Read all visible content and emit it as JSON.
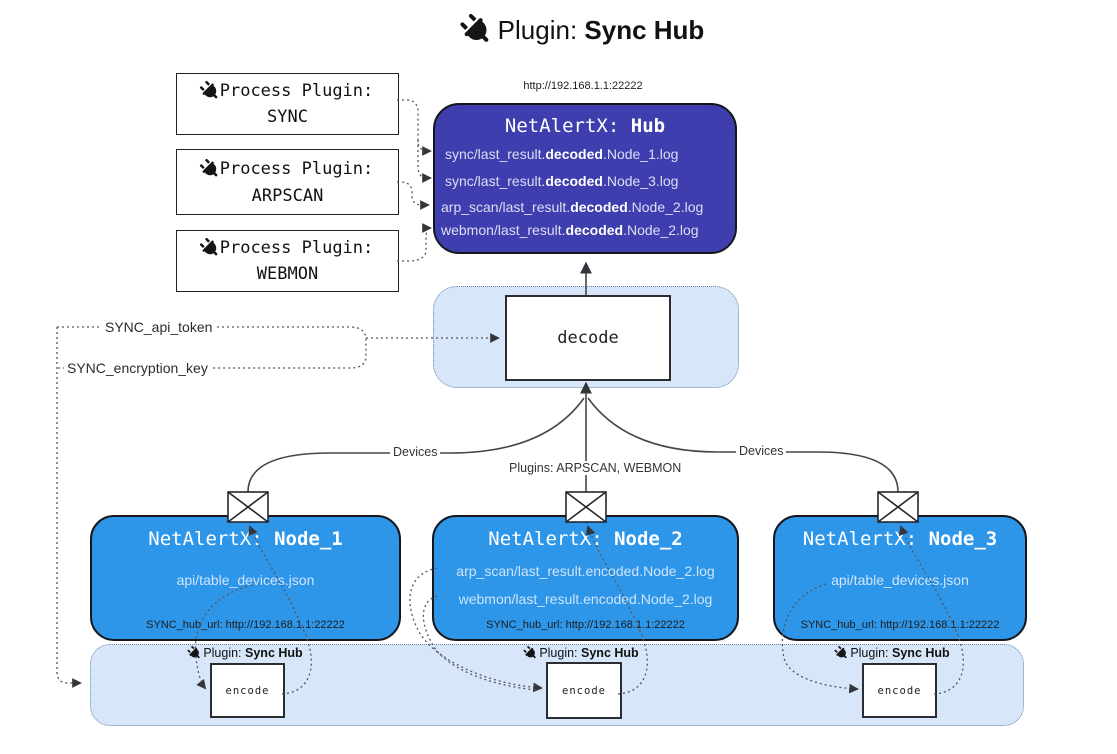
{
  "colors": {
    "hub_bg": "#3e3eae",
    "node_bg": "#2d96e8",
    "panel_bg": "#d7e7f9",
    "ink": "#16161d"
  },
  "title": {
    "prefix": "Plugin:",
    "name": "Sync Hub"
  },
  "hub": {
    "url": "http://192.168.1.1:22222",
    "title_prefix": "NetAlertX: ",
    "title_name": "Hub",
    "lines": [
      {
        "pre": "sync/last_result.",
        "bold": "decoded",
        "post": ".Node_1.log"
      },
      {
        "pre": "sync/last_result.",
        "bold": "decoded",
        "post": ".Node_3.log"
      },
      {
        "pre": "arp_scan/last_result.",
        "bold": "decoded",
        "post": ".Node_2.log"
      },
      {
        "pre": "webmon/last_result.",
        "bold": "decoded",
        "post": ".Node_2.log"
      }
    ]
  },
  "process_plugins": [
    {
      "label": "Process Plugin:",
      "name": "SYNC"
    },
    {
      "label": "Process Plugin:",
      "name": "ARPSCAN"
    },
    {
      "label": "Process Plugin:",
      "name": "WEBMON"
    }
  ],
  "decode_label": "decode",
  "config": {
    "api_token": "SYNC_api_token",
    "encryption_key": "SYNC_encryption_key"
  },
  "edges": {
    "devices_left": "Devices",
    "plugins_mid": "Plugins: ARPSCAN, WEBMON",
    "devices_right": "Devices"
  },
  "nodes": [
    {
      "title_prefix": "NetAlertX: ",
      "title_name": "Node_1",
      "lines": [
        "api/table_devices.json"
      ],
      "hub_url": "SYNC_hub_url: http://192.168.1.1:22222"
    },
    {
      "title_prefix": "NetAlertX: ",
      "title_name": "Node_2",
      "lines": [
        "arp_scan/last_result.encoded.Node_2.log",
        "webmon/last_result.encoded.Node_2.log"
      ],
      "hub_url": "SYNC_hub_url: http://192.168.1.1:22222"
    },
    {
      "title_prefix": "NetAlertX: ",
      "title_name": "Node_3",
      "lines": [
        "api/table_devices.json"
      ],
      "hub_url": "SYNC_hub_url: http://192.168.1.1:22222"
    }
  ],
  "encoders": [
    {
      "plugin_prefix": "Plugin: ",
      "plugin_name": "Sync Hub",
      "label": "encode"
    },
    {
      "plugin_prefix": "Plugin: ",
      "plugin_name": "Sync Hub",
      "label": "encode"
    },
    {
      "plugin_prefix": "Plugin: ",
      "plugin_name": "Sync Hub",
      "label": "encode"
    }
  ]
}
